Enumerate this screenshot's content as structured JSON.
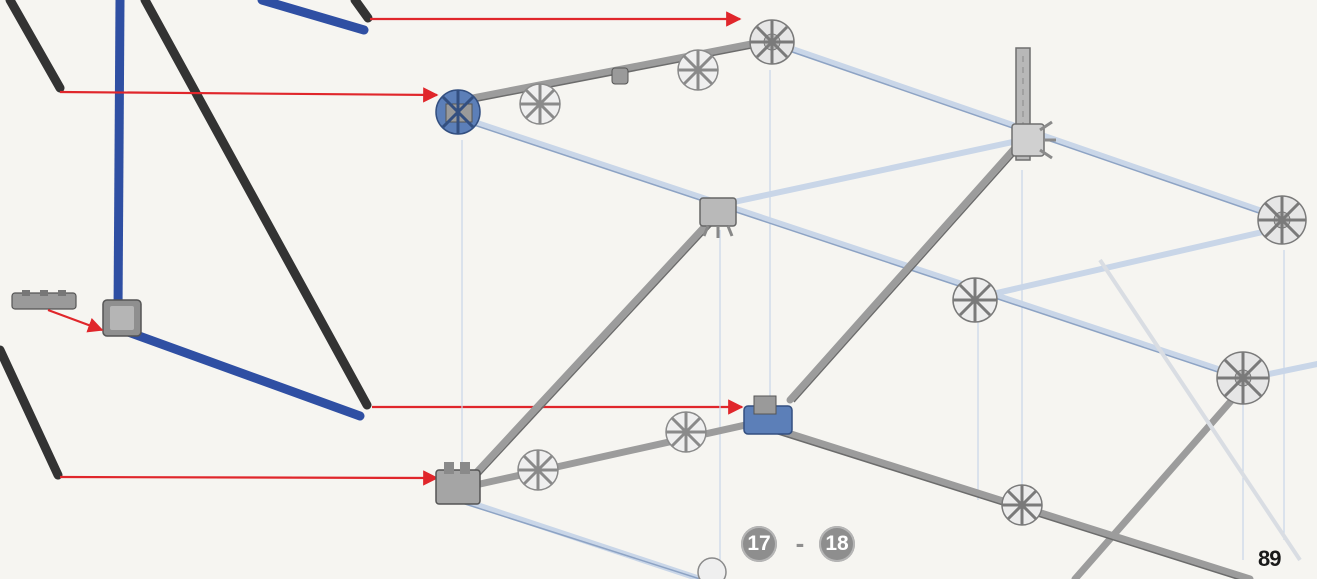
{
  "step": {
    "from": "17",
    "separator": "-",
    "to": "18"
  },
  "page": {
    "number": "89"
  },
  "colors": {
    "background": "#f6f5f1",
    "rod_blue": "#2f4fa3",
    "rod_black": "#333333",
    "rod_grey": "#9c9c9c",
    "rod_light": "#c9d6e8",
    "arrow_red": "#e0262b",
    "connector_grey": "#cfcfcf",
    "connector_blue": "#5c7fb8",
    "badge": "#8e8e8e"
  },
  "icons": {
    "connector": "hub-connector-icon",
    "arrow": "red-assembly-arrow-icon"
  }
}
